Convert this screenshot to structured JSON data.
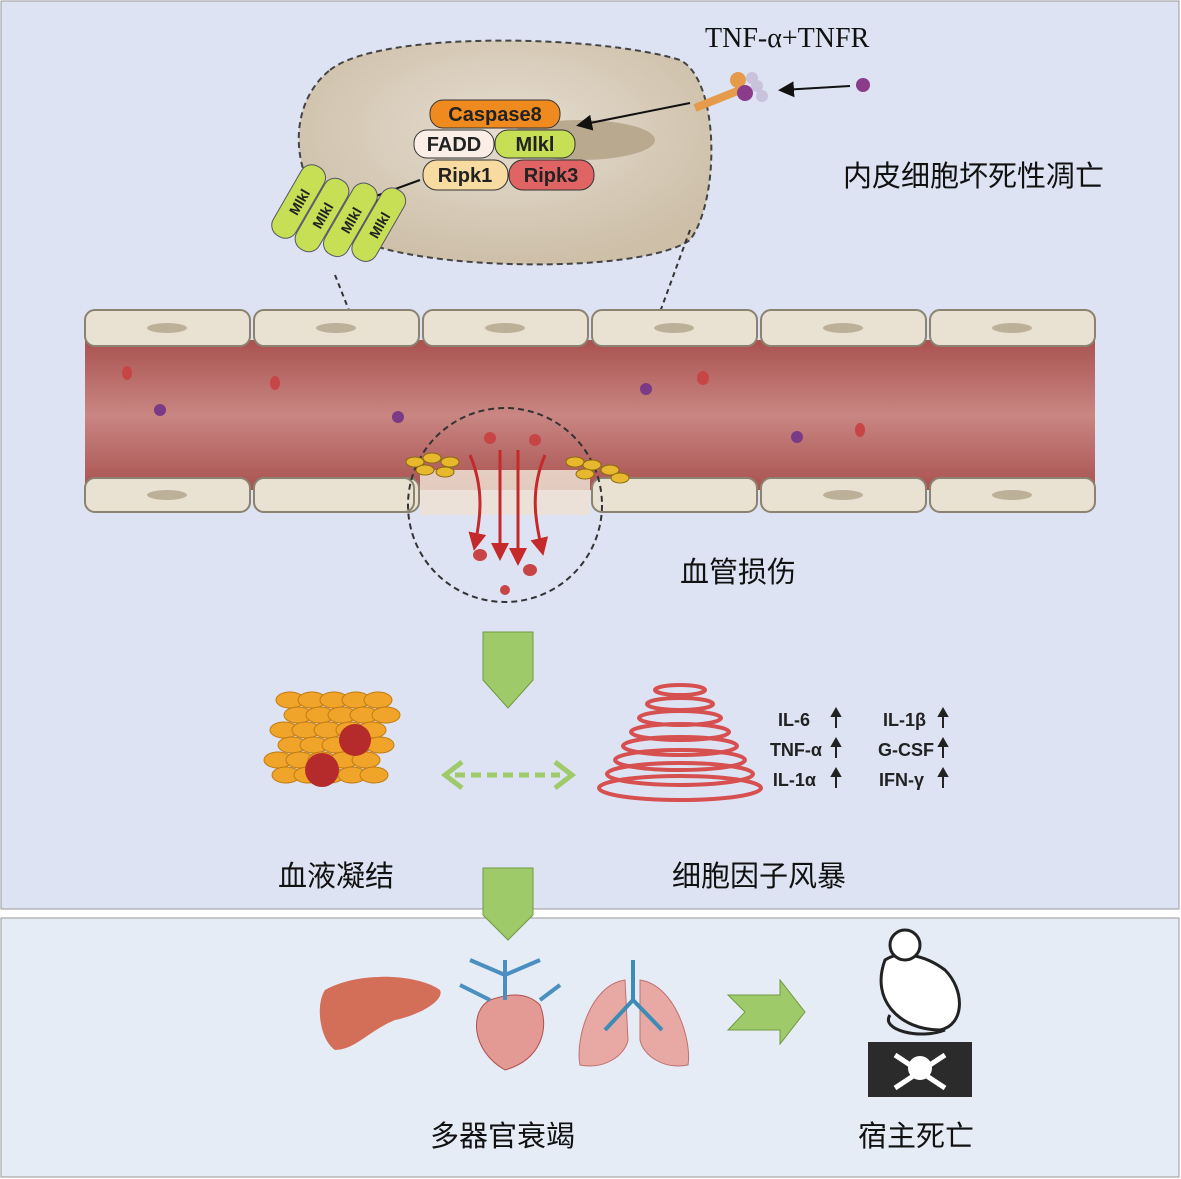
{
  "labels": {
    "tnf_receptor": "TNF-α+TNFR",
    "endothelial_necroptosis": "内皮细胞坏死性凋亡",
    "vascular_injury": "血管损伤",
    "coagulation": "血液凝结",
    "cytokine_storm": "细胞因子风暴",
    "organ_failure": "多器官衰竭",
    "host_death": "宿主死亡"
  },
  "complex": {
    "caspase8": "Caspase8",
    "fadd": "FADD",
    "mlkl": "Mlkl",
    "ripk1": "Ripk1",
    "ripk3": "Ripk3",
    "mlkl_oligomer": [
      "Mlkl",
      "Mlkl",
      "Mlkl",
      "Mlkl"
    ]
  },
  "cytokines": [
    {
      "name": "IL-6",
      "trend": "up"
    },
    {
      "name": "IL-1β",
      "trend": "up"
    },
    {
      "name": "TNF-α",
      "trend": "up"
    },
    {
      "name": "G-CSF",
      "trend": "up"
    },
    {
      "name": "IL-1α",
      "trend": "up"
    },
    {
      "name": "IFN-γ",
      "trend": "up"
    }
  ],
  "colors": {
    "top_panel": "#dee3f3",
    "bottom_panel": "#e6ecf6",
    "vessel": "#b5615f",
    "arrow_green": "#9fca6a",
    "caspase8": "#ef8a1f",
    "mlkl": "#c6df55",
    "ripk1": "#f7dba0",
    "ripk3": "#e06464",
    "fadd": "#fbeee6"
  }
}
